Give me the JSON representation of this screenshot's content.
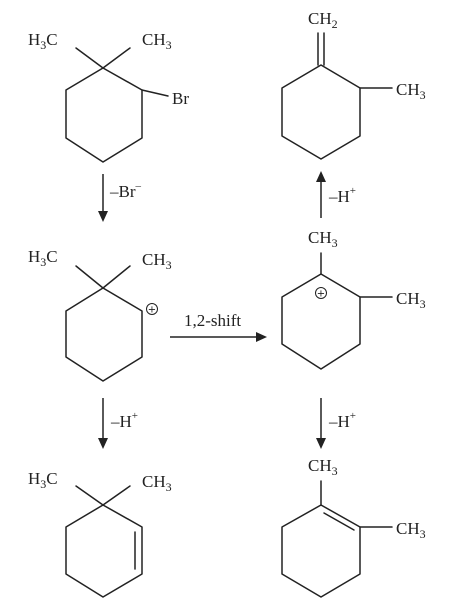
{
  "labels": {
    "h3c": {
      "base": "H",
      "sub": "3",
      "tail": "C"
    },
    "ch3": {
      "base": "CH",
      "sub": "3"
    },
    "ch2": {
      "base": "CH",
      "sub": "2"
    },
    "br": "Br",
    "minus_br": {
      "base": "–Br",
      "sup": "–"
    },
    "minus_h": {
      "base": "–H",
      "sup": "+"
    },
    "shift": "1,2-shift",
    "plus": "+"
  }
}
